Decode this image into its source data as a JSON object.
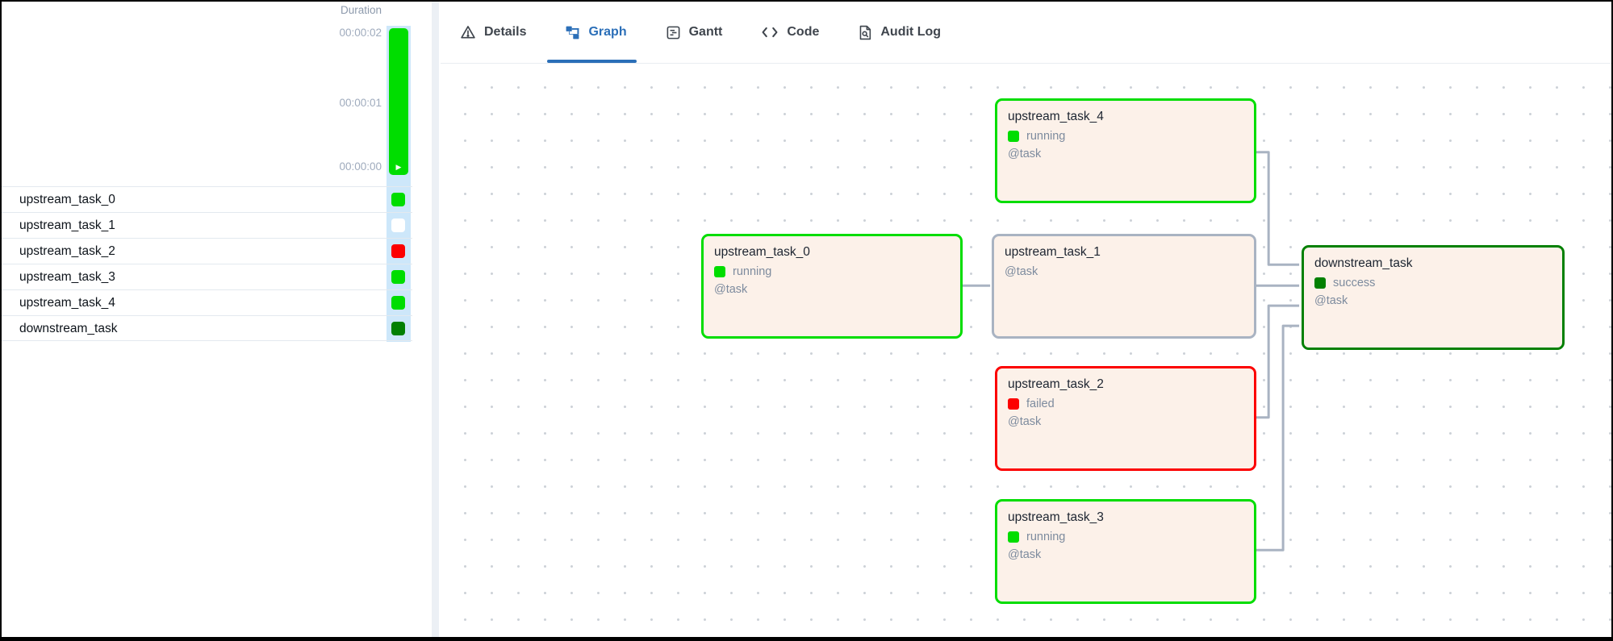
{
  "left_panel": {
    "duration_header": "Duration",
    "axis_ticks": [
      "00:00:02",
      "00:00:01",
      "00:00:00"
    ],
    "duration_bar": {
      "top_value": "00:00:02",
      "bottom_value": "00:00:00",
      "color": "#00dd00",
      "play_icon": "▶"
    },
    "tasks": [
      {
        "name": "upstream_task_0",
        "status": "running",
        "color": "#00dd00"
      },
      {
        "name": "upstream_task_1",
        "status": "none",
        "color": "#ffffff"
      },
      {
        "name": "upstream_task_2",
        "status": "failed",
        "color": "#fc0000"
      },
      {
        "name": "upstream_task_3",
        "status": "running",
        "color": "#00dd00"
      },
      {
        "name": "upstream_task_4",
        "status": "running",
        "color": "#00dd00"
      },
      {
        "name": "downstream_task",
        "status": "success",
        "color": "#028002"
      }
    ]
  },
  "tabs": [
    {
      "label": "Details",
      "icon": "warning-triangle-icon",
      "active": false
    },
    {
      "label": "Graph",
      "icon": "graph-icon",
      "active": true
    },
    {
      "label": "Gantt",
      "icon": "gantt-icon",
      "active": false
    },
    {
      "label": "Code",
      "icon": "code-icon",
      "active": false
    },
    {
      "label": "Audit Log",
      "icon": "audit-log-icon",
      "active": false
    }
  ],
  "graph": {
    "nodes": [
      {
        "title": "upstream_task_4",
        "status": "running",
        "decorator": "@task",
        "border": "#00dd00",
        "status_color": "#00dd00"
      },
      {
        "title": "upstream_task_0",
        "status": "running",
        "decorator": "@task",
        "border": "#00dd00",
        "status_color": "#00dd00"
      },
      {
        "title": "upstream_task_1",
        "status": "",
        "decorator": "@task",
        "border": "#a9b3c2",
        "status_color": ""
      },
      {
        "title": "upstream_task_2",
        "status": "failed",
        "decorator": "@task",
        "border": "#fc0000",
        "status_color": "#fc0000"
      },
      {
        "title": "upstream_task_3",
        "status": "running",
        "decorator": "@task",
        "border": "#00dd00",
        "status_color": "#00dd00"
      },
      {
        "title": "downstream_task",
        "status": "success",
        "decorator": "@task",
        "border": "#028002",
        "status_color": "#028002"
      }
    ],
    "edges": [
      {
        "from": "upstream_task_0",
        "to": "upstream_task_1"
      },
      {
        "from": "upstream_task_4",
        "to": "downstream_task"
      },
      {
        "from": "upstream_task_1",
        "to": "downstream_task"
      },
      {
        "from": "upstream_task_2",
        "to": "downstream_task"
      },
      {
        "from": "upstream_task_3",
        "to": "downstream_task"
      }
    ]
  },
  "colors": {
    "accent_blue": "#2b6fb8",
    "running": "#00dd00",
    "failed": "#fc0000",
    "success": "#028002",
    "node_background": "#fcf1e9",
    "edge_gray": "#a9b3c2",
    "selected_column": "#cde7fa"
  }
}
